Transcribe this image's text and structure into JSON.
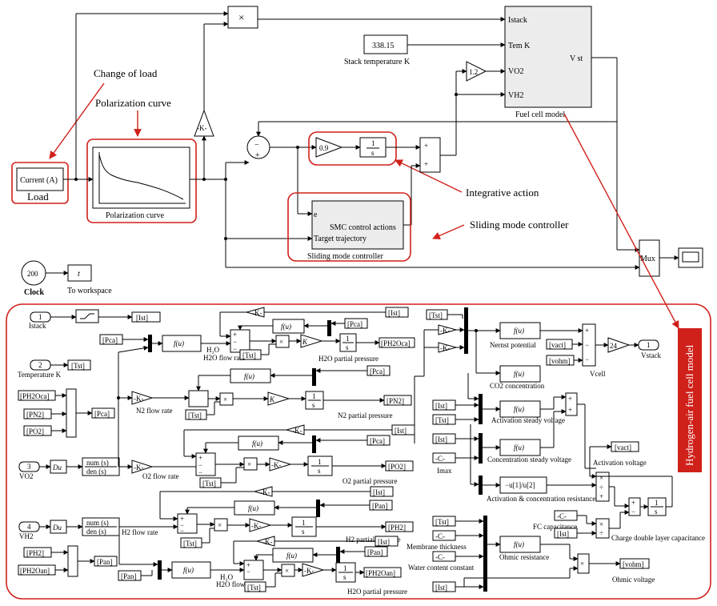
{
  "top": {
    "multiply": "×",
    "const_temp": "338.15",
    "const_temp_label": "Stack temperature K",
    "gain_o2": "1.2",
    "gain_k": "-K-",
    "fc_ports": [
      "Istack",
      "Tem K",
      "VO2",
      "VH2"
    ],
    "fc_out": "V st",
    "fc_label": "Fuel cell model",
    "change_of_load": "Change of load",
    "polarization_curve_title": "Polarization curve",
    "polarization_curve_label": "Polarization curve",
    "load_block": "Current (A)",
    "load_label": "Load",
    "int_gain": "0.9",
    "int_num": "1",
    "int_den": "s",
    "integrative_action": "Integrative action",
    "smc_ports": [
      "e",
      "Target trajectory"
    ],
    "smc_title": "SMC control actions",
    "smc_label": "Sliding mode controller",
    "smc_annot": "Sliding mode controller",
    "mux": "Mux",
    "clock_value": "200",
    "clock_label": "Clock",
    "to_ws_value": "t",
    "to_ws_label": "To workspace",
    "sum_signs": [
      "−",
      "+"
    ]
  },
  "sub": {
    "title": "Hydrogen-air fuel cell model",
    "ports_in": [
      {
        "num": "1",
        "name": "Istack"
      },
      {
        "num": "2",
        "name": "Temperature K"
      },
      {
        "num": "3",
        "name": "VO2"
      },
      {
        "num": "4",
        "name": "VH2"
      }
    ],
    "tags": {
      "ist": "[Ist]",
      "tst": "[Tst]",
      "pca": "[Pca]",
      "pan": "[Pan]",
      "ph2oca": "[PH2Oca]",
      "pn2": "[PN2]",
      "po2": "[PO2]",
      "ph2": "[PH2]",
      "ph2oan": "[PH2Oan]",
      "vact": "[vact]",
      "vohm": "[vohm]"
    },
    "fu": "f(u)",
    "k": "K",
    "km": "-K-",
    "one_s_num": "1",
    "one_s_den": "s",
    "tf_num": "num (s)",
    "tf_den": "den (s)",
    "c_block": "-C-",
    "gain_24": "24",
    "out_num": "1",
    "out_name": "Vstack",
    "labels": {
      "h2o_flow_rate": "H2O flow rate",
      "h2o_partial_pressure": "H2O partial pressure",
      "n2_flow_rate": "N2 flow rate",
      "n2_partial_pressure": "N2 partial pressure",
      "o2_flow_rate": "O2 flow rate",
      "o2_partial_pressure": "O2 partial pressure",
      "h2_flow_rate": "H2 flow rate",
      "h2_partial_pressure": "H2 partial pressure",
      "h2o_an_flow_rate": "H2O flow rate",
      "h2o_an_partial_pressure": "H2O partial pressure",
      "nernst": "Nernst potential",
      "co2": "CO2 concentration",
      "vcell": "Vcell",
      "activation_steady": "Activation steady voltage",
      "concentration_steady": "Concentration steady voltage",
      "imax": "Imax",
      "act_conc_res": "Activation & concentration resistance",
      "act_conc_expr": "−u[1]/u[2]",
      "activation_voltage": "Activation voltage",
      "fc_capacitance": "FC capacitance",
      "charge_double": "Charge double layer capacitance",
      "membrane_thickness": "Membrane thickness",
      "water_content": "Water content constant",
      "ohmic_resistance": "Ohmic resistance",
      "ohmic_voltage": "Ohmic voltage"
    }
  }
}
